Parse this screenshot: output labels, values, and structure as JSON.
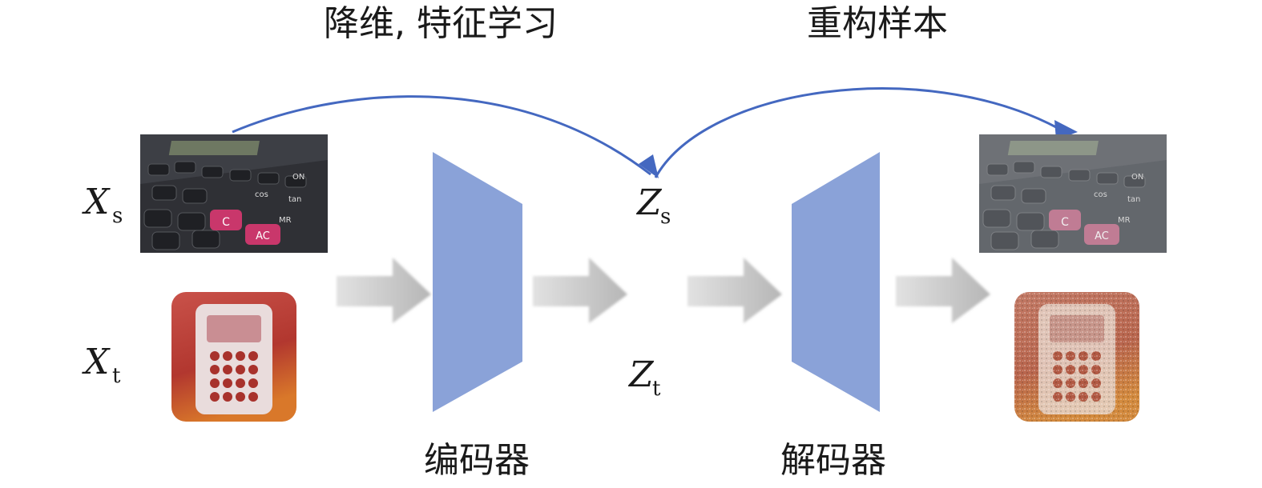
{
  "labels": {
    "top_left": "降维, 特征学习",
    "top_right": "重构样本",
    "encoder": "编码器",
    "decoder": "解码器"
  },
  "variables": {
    "xs_main": "X",
    "xs_sub": "s",
    "xt_main": "X",
    "xt_sub": "t",
    "zs_main": "Z",
    "zs_sub": "s",
    "zt_main": "Z",
    "zt_sub": "t"
  },
  "images": {
    "source_input": {
      "icon": "calculator-photo",
      "key_labels": [
        "C",
        "AC",
        "MR",
        "cos",
        "tan",
        "ON"
      ]
    },
    "target_input": {
      "icon": "calculator-app-icon"
    },
    "source_output": {
      "icon": "calculator-photo-reconstructed",
      "key_labels": [
        "C",
        "AC",
        "MR",
        "cos",
        "tan",
        "ON"
      ]
    },
    "target_output": {
      "icon": "calculator-app-icon-reconstructed"
    }
  },
  "colors": {
    "trapezoid": "#8aa2d8",
    "curve": "#4468c0",
    "block_arrow": "#c4c4c4",
    "calc_icon": "#b8413a",
    "text": "#1a1a1a"
  }
}
